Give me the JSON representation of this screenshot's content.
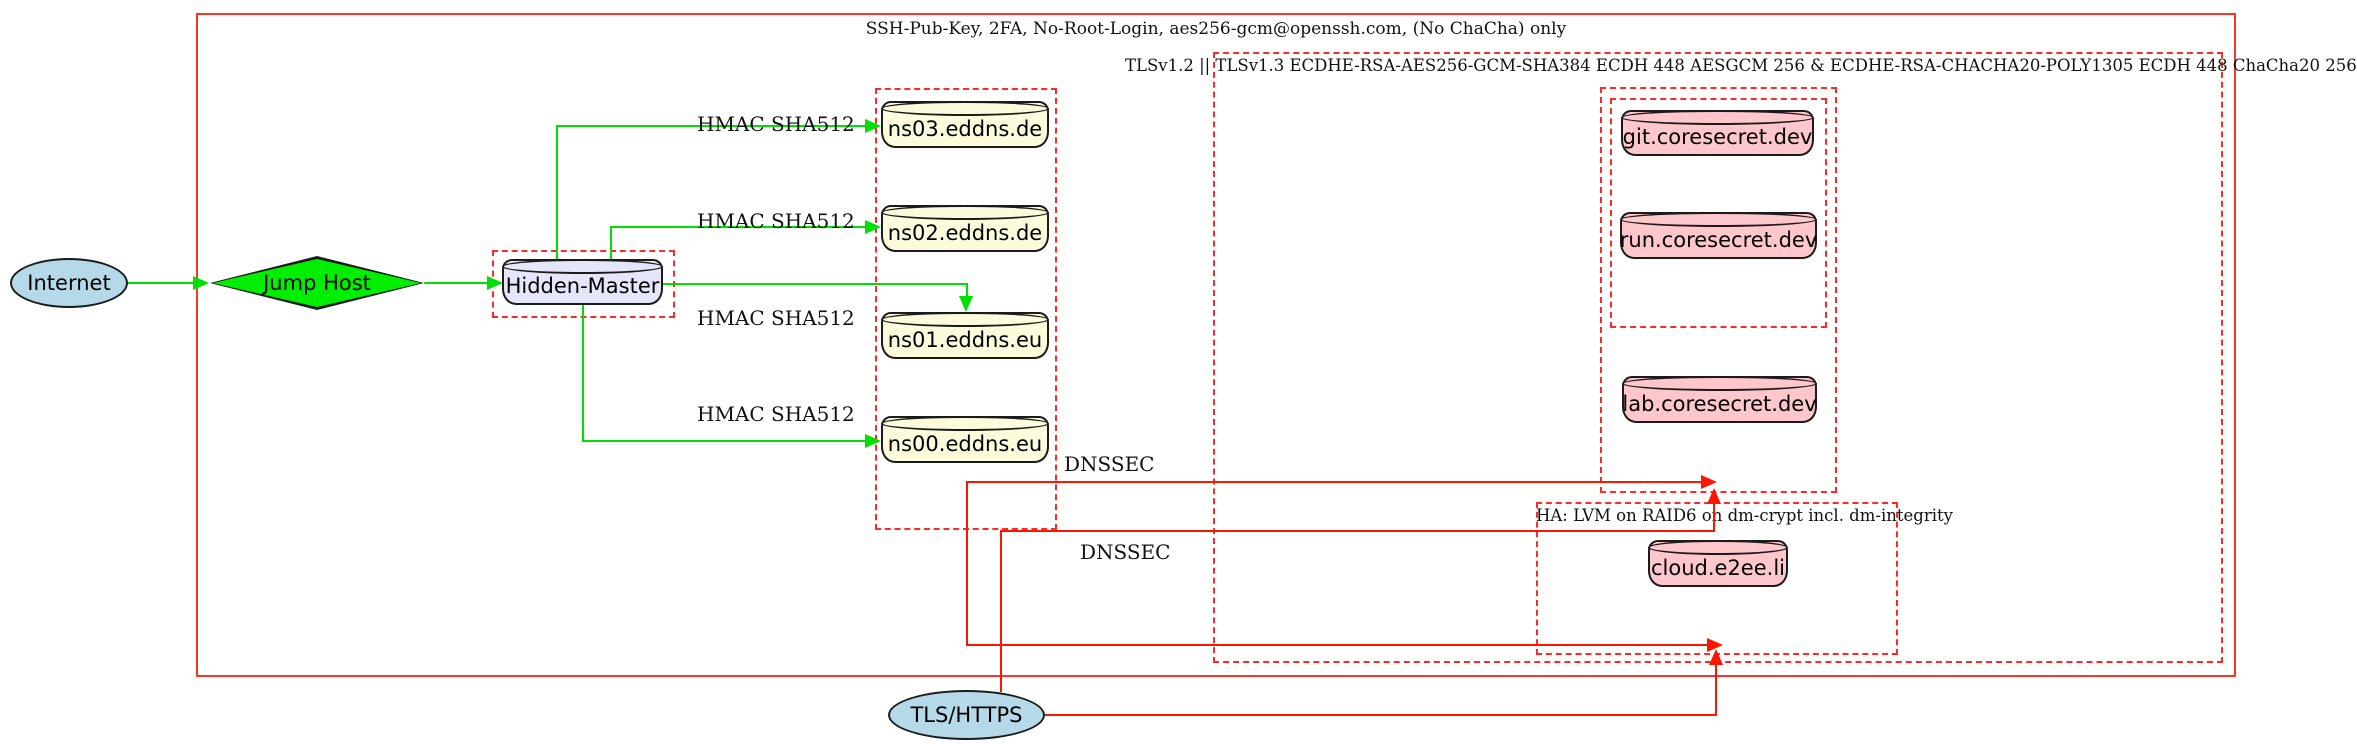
{
  "clusters": {
    "outer": {
      "label": "SSH-Pub-Key, 2FA, No-Root-Login, aes256-gcm@openssh.com, (No ChaCha) only"
    },
    "tls": {
      "label": "TLSv1.2 || TLSv1.3 ECDHE-RSA-AES256-GCM-SHA384 ECDH 448 AESGCM 256 & ECDHE-RSA-CHACHA20-POLY1305 ECDH 448 ChaCha20 256"
    },
    "ha": {
      "label": "HA: LVM on RAID6 on dm-crypt incl. dm-integrity"
    }
  },
  "nodes": {
    "internet": {
      "label": "Internet"
    },
    "jump_host": {
      "label": "Jump Host"
    },
    "hidden_master": {
      "label": "Hidden-Master"
    },
    "ns03": {
      "label": "ns03.eddns.de"
    },
    "ns02": {
      "label": "ns02.eddns.de"
    },
    "ns01": {
      "label": "ns01.eddns.eu"
    },
    "ns00": {
      "label": "ns00.eddns.eu"
    },
    "git": {
      "label": "git.coresecret.dev"
    },
    "run": {
      "label": "run.coresecret.dev"
    },
    "lab": {
      "label": "lab.coresecret.dev"
    },
    "cloud": {
      "label": "cloud.e2ee.li"
    },
    "tls_https": {
      "label": "TLS/HTTPS"
    }
  },
  "edge_labels": {
    "hmac1": "HMAC SHA512",
    "hmac2": "HMAC SHA512",
    "hmac3": "HMAC SHA512",
    "hmac4": "HMAC SHA512",
    "dnssec1": "DNSSEC",
    "dnssec2": "DNSSEC"
  },
  "colors": {
    "cluster_red": "#fd2a2a",
    "edge_red": "#fe1500",
    "edge_green": "#00e000",
    "diamond_green": "#00ef00",
    "node_lightblue": "#b5d9e8",
    "node_lavender": "#e6e6fa",
    "node_lightyellow": "#fcfcdd",
    "node_pink": "#ffc6cb",
    "node_border": "#1b1b1b"
  }
}
